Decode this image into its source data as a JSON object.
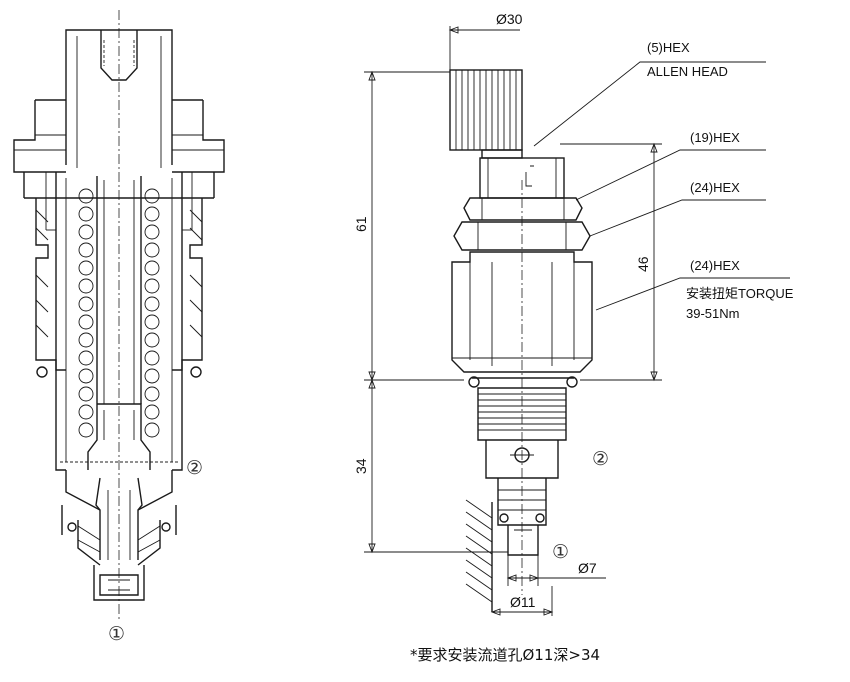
{
  "section_view": {
    "port_in": "①",
    "port_out": "②"
  },
  "outline_view": {
    "dims": {
      "top_dia": "Ø30",
      "overall": "61",
      "body": "46",
      "bottom": "34",
      "tip_dia": "Ø7",
      "bore_dia": "Ø11"
    },
    "callouts": {
      "hex5_line1": "(5)HEX",
      "hex5_line2": "ALLEN HEAD",
      "hex19": "(19)HEX",
      "hex24_a": "(24)HEX",
      "hex24_b": "(24)HEX",
      "torque_line1": "安装扭矩TORQUE",
      "torque_line2": "39-51Nm"
    },
    "port_in": "①",
    "port_out": "②"
  },
  "note": "*要求安装流道孔Ø11深>34"
}
